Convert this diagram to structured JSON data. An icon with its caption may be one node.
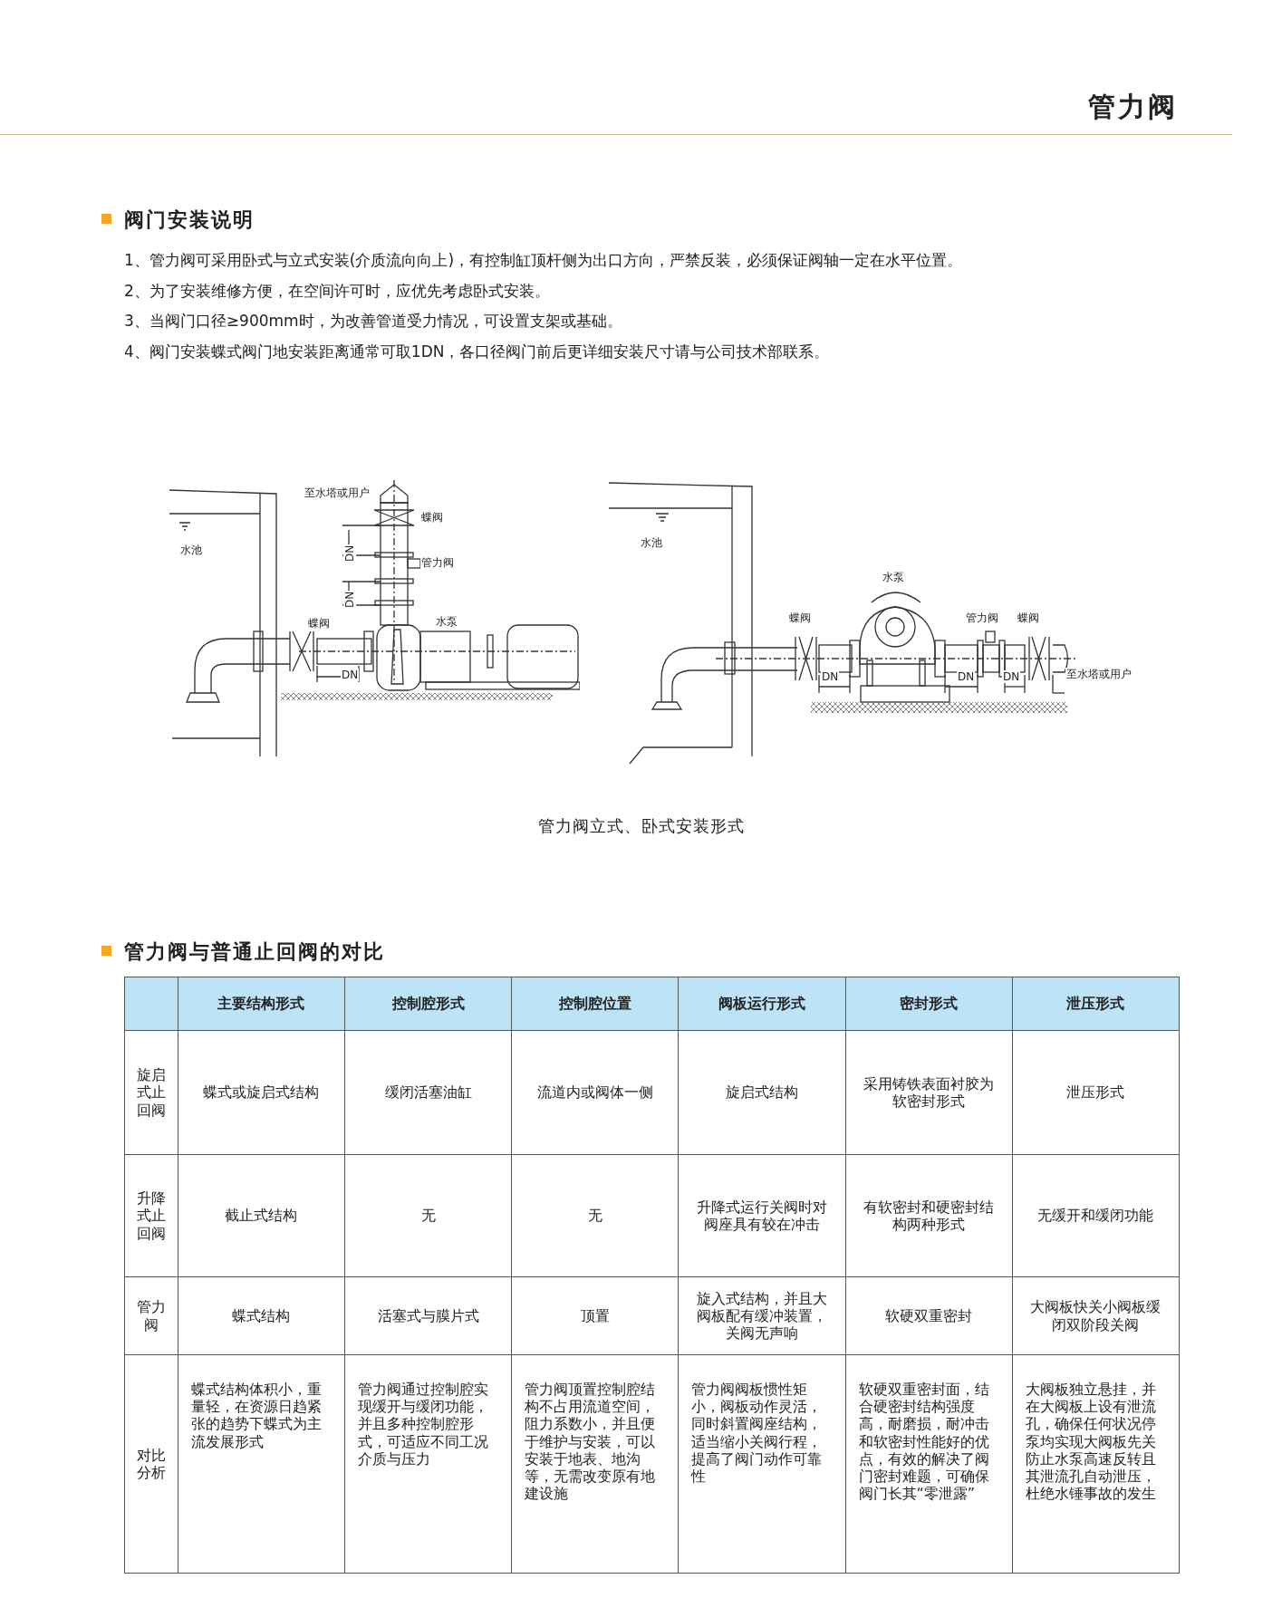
{
  "diagram": {
    "title": "管力阀",
    "caption": "管力阀立式、卧式安装形式",
    "labels": [
      "阀门安装说明",
      "1、管力阀可采用卧式与立式安装(介质流向向上)，有控制缸顶杆侧为出口方向，严禁反装，必须保证阀轴一定在水平位置。",
      "2、为了安装维修方便，在空间许可时，应优先考虑卧式安装。",
      "3、当阀门口径≥900mm时，为改善管道受力情况，可设置支架或基础。",
      "4、阀门安装蝶式阀门地安装距离通常可取1DN，各口径阀门前后更详细安装尺寸请与公司技术部联系。",
      "至水塔或用户",
      "蝶阀",
      "水池",
      "DN",
      "管力阀",
      "DN",
      "蝶阀",
      "水泵",
      "DN",
      "水池",
      "水泵",
      "蝶阀",
      "管力阀",
      "蝶阀",
      "DN",
      "DN",
      "DN",
      "至水塔或用户",
      "管力阀与普通止回阀的对比",
      "主要结构形式",
      "控制腔形式",
      "控制腔位置",
      "阀板运行形式",
      "密封形式",
      "泄压形式",
      "旋启式止回阀",
      "蝶式或旋启式结构",
      "缓闭活塞油缸",
      "流道内或阀体一侧",
      "旋启式结构",
      "采用铸铁表面衬胶为软密封形式",
      "泄压形式",
      "升降式止回阀",
      "截止式结构",
      "无",
      "无",
      "升降式运行关阀时对阀座具有较在冲击",
      "有软密封和硬密封结构两种形式",
      "无缓开和缓闭功能",
      "管力阀",
      "蝶式结构",
      "活塞式与膜片式",
      "顶置",
      "旋入式结构，并且大阀板配有缓冲装置，关阀无声响",
      "软硬双重密封",
      "大阀板快关小阀板缓闭双阶段关阀",
      "对比分析",
      "蝶式结构体积小，重量轻，在资源日趋紧张的趋势下蝶式为主流发展形式",
      "管力阀通过控制腔实现缓开与缓闭功能，并且多种控制腔形式，可适应不同工况介质与压力",
      "管力阀顶置控制腔结构不占用流道空间，阻力系数小，并且便于维护与安装，可以安装于地表、地沟等，无需改变原有地建设施",
      "管力阀阀板惯性矩小，阀板动作灵活，同时斜置阀座结构，适当缩小关阀行程，提高了阀门动作可靠性",
      "软硬双重密封面，结合硬密封结构强度高，耐磨损，耐冲击和软密封性能好的优点，有效的解决了阀门密封难题，可确保阀门长其“零泄露”",
      "大阀板独立悬挂，并在大阀板上设有泄流孔，确保任何状况停泵均实现大阀板先关防止水泵高速反转且其泄流孔自动泄压，杜绝水锤事故的发生"
    ]
  }
}
